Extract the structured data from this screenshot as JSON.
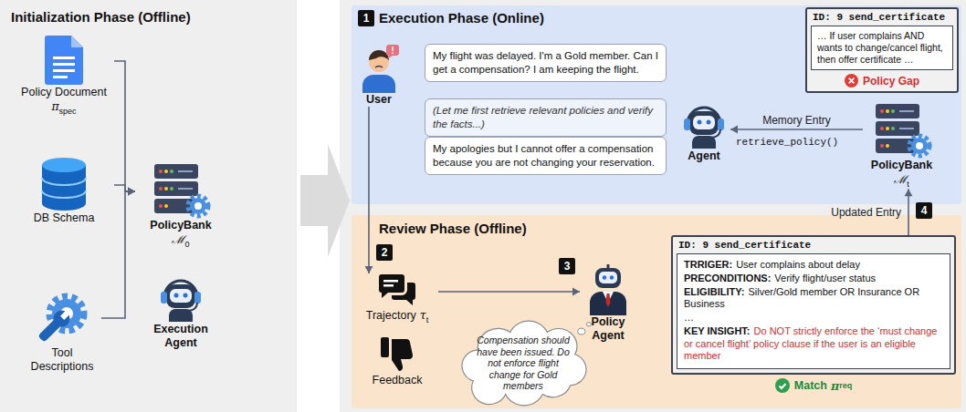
{
  "diagram": {
    "nodes": [
      {
        "text": [
          "Initialization Phase (Offline)"
        ]
      },
      {
        "text": [
          "Policy Document",
          "π",
          "spec"
        ],
        "in": 0
      },
      {
        "text": [
          "DB Schema"
        ],
        "in": 0
      },
      {
        "text": [
          "Tool Descriptions"
        ],
        "in": 0
      },
      {
        "text": [
          "PolicyBank",
          "ℳ",
          "0"
        ],
        "in": 0
      },
      {
        "text": [
          "Execution Agent"
        ],
        "in": 0
      },
      {
        "text": [
          "Execution Phase (Online)"
        ]
      },
      {
        "text": [
          "User"
        ],
        "in": 6
      },
      {
        "text": [
          "My flight was delayed. I'm a Gold member. Can I get a compensation? I am keeping the flight."
        ],
        "in": 6
      },
      {
        "text": [
          "(Let me first retrieve relevant policies and verify the facts...)"
        ],
        "in": 6
      },
      {
        "text": [
          "My apologies but I cannot offer a compensation because you are not changing your reservation."
        ],
        "in": 6
      },
      {
        "text": [
          "Agent"
        ],
        "in": 6
      },
      {
        "text": [
          "PolicyBank",
          "ℳ",
          "t"
        ],
        "in": 6
      },
      {
        "text": [
          "ID: 9 send_certificate",
          "… If user complains AND wants to change/cancel flight, then offer certificate …",
          "Policy Gap"
        ],
        "in": 6
      },
      {
        "text": [
          "Review Phase (Offline)"
        ]
      },
      {
        "text": [
          "Trajectory",
          "τ",
          "t"
        ],
        "in": 14
      },
      {
        "text": [
          "Feedback"
        ],
        "in": 14
      },
      {
        "text": [
          "Compensation should have been issued. Do not enforce flight change for Gold members"
        ],
        "in": 14
      },
      {
        "text": [
          "Policy Agent"
        ],
        "in": 14
      },
      {
        "text": [
          "ID: 9 send_certificate",
          "TRRIGER:",
          "User complains about delay",
          "PRECONDITIONS:",
          "Verify flight/user status",
          "ELIGIBILITY:",
          "Silver/Gold member OR Insurance OR Business",
          "…",
          "KEY INSIGHT:",
          "Do NOT strictly enforce the ‘must change or cancel flight’ policy clause if the user is an eligible member",
          "Match",
          "π",
          "req"
        ],
        "in": 14
      }
    ],
    "edges": [
      {
        "from": 1,
        "to": 4,
        "arrow": "to"
      },
      {
        "from": 2,
        "to": 4,
        "arrow": "to"
      },
      {
        "from": 3,
        "to": 4,
        "arrow": "to"
      },
      {
        "from": 0,
        "to": 6,
        "arrow": "to"
      },
      {
        "from": 12,
        "to": 11,
        "label": "Memory Entry",
        "arrow": "to"
      },
      {
        "from": 7,
        "to": 15,
        "arrow": "to"
      },
      {
        "from": 15,
        "to": 18,
        "arrow": "to"
      },
      {
        "from": 19,
        "to": 12,
        "label": "Updated Entry",
        "arrow": "to"
      }
    ],
    "labels": [
      "1",
      "retrieve_policy()",
      "2",
      "3",
      "4"
    ]
  }
}
